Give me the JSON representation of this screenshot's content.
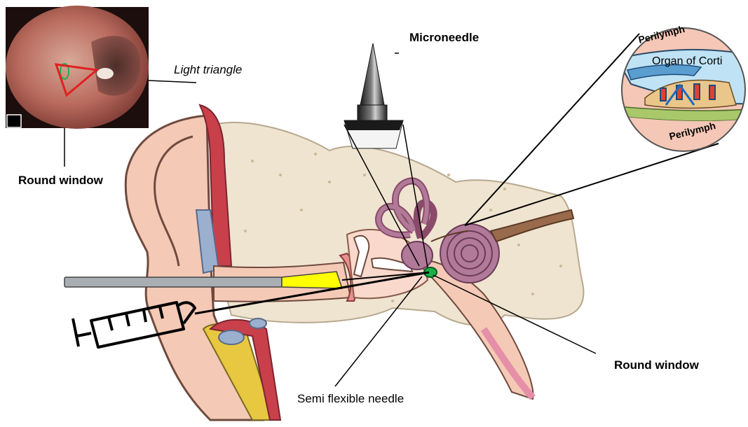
{
  "labels": {
    "microneedle": "Microneedle",
    "light_triangle": "Light triangle",
    "round_window_top": "Round window",
    "round_window_right": "Round window",
    "semi_flexible_needle": "Semi flexible needle",
    "organ_of_corti": "Organ of Corti",
    "perilymph_top": "Perilymph",
    "perilymph_bottom": "Perilymph"
  },
  "colors": {
    "skin": "#f4c9b6",
    "bone": "#efe4d0",
    "cochlea": "#b07a98",
    "eardrum_photo": "#b86a5c",
    "triangle": "#e02020",
    "round_window_marker": "#19b24a",
    "needle_tube": "#a9aeb3",
    "needle_hub": "#ffff00",
    "perilymph_fluid": "#f5c7b6",
    "endolymph_fluid": "#bfe3f4",
    "nerve": "#9a6a4c"
  }
}
